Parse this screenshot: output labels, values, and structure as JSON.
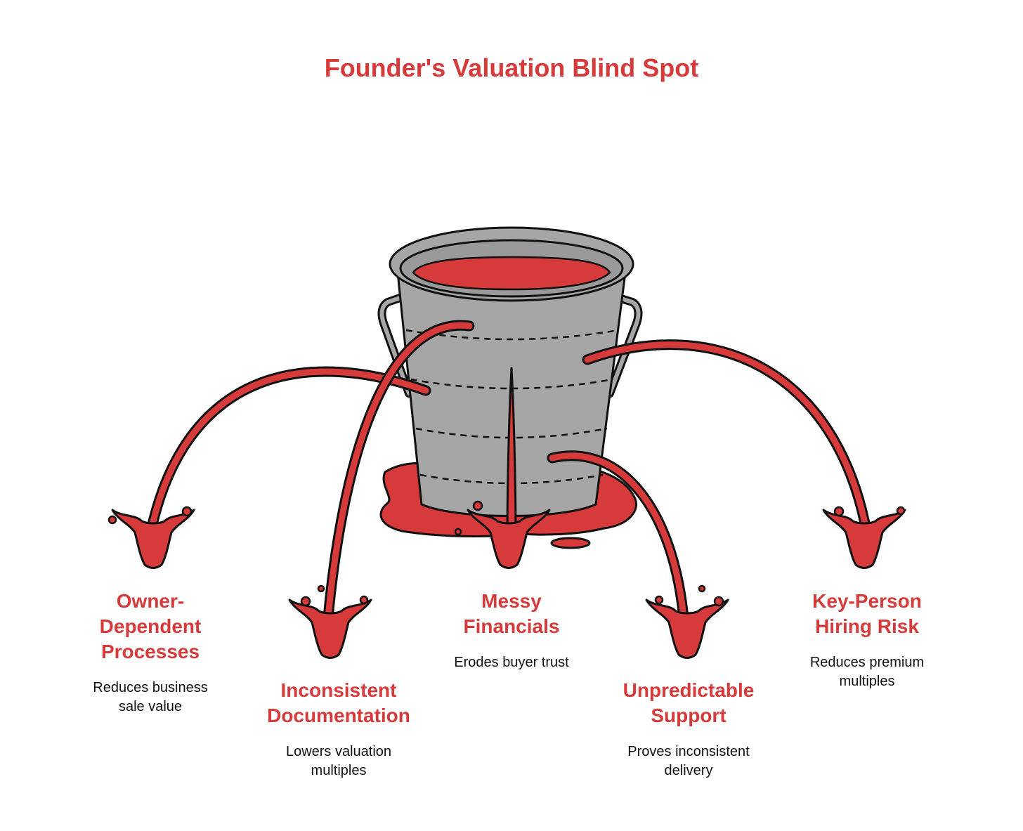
{
  "title": "Founder's Valuation Blind Spot",
  "colors": {
    "accent": "#d63a3a",
    "bucket": "#a6a6a6",
    "outline": "#111111"
  },
  "leaks": [
    {
      "title_lines": [
        "Owner-",
        "Dependent",
        "Processes"
      ],
      "desc_lines": [
        "Reduces business",
        "sale value"
      ]
    },
    {
      "title_lines": [
        "Inconsistent",
        "Documentation"
      ],
      "desc_lines": [
        "Lowers valuation",
        "multiples"
      ]
    },
    {
      "title_lines": [
        "Messy",
        "Financials"
      ],
      "desc_lines": [
        "Erodes buyer trust"
      ]
    },
    {
      "title_lines": [
        "Unpredictable",
        "Support"
      ],
      "desc_lines": [
        "Proves inconsistent",
        "delivery"
      ]
    },
    {
      "title_lines": [
        "Key-Person",
        "Hiring Risk"
      ],
      "desc_lines": [
        "Reduces premium",
        "multiples"
      ]
    }
  ]
}
